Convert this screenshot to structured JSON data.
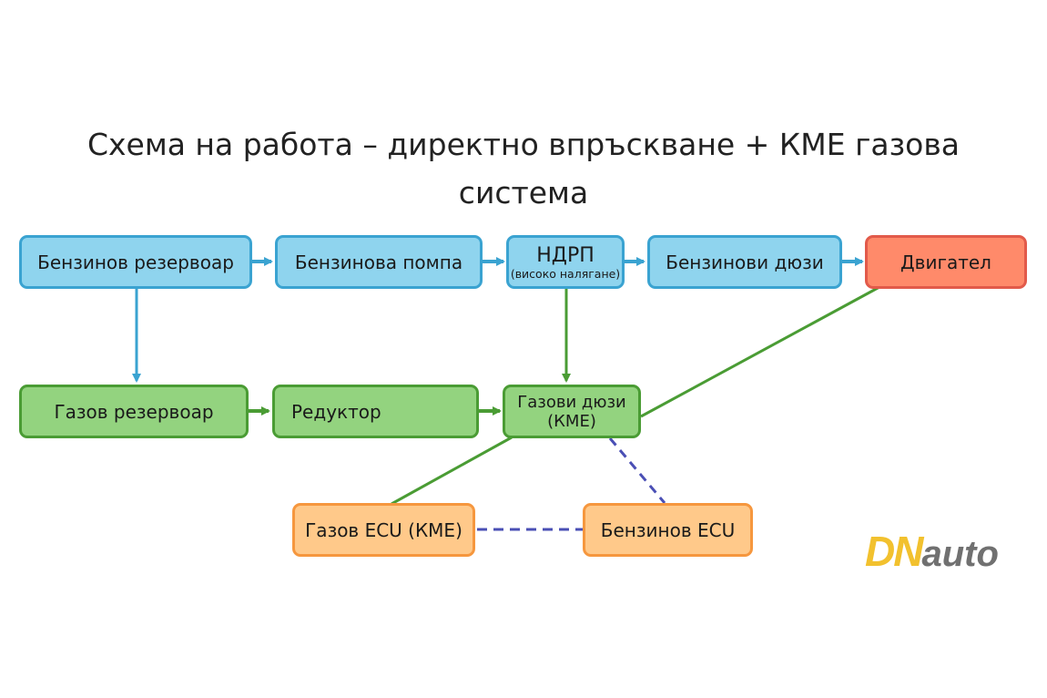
{
  "title": {
    "line1": "Схема на работа – директно впръскване + КМЕ газова",
    "line2": "система"
  },
  "nodes": {
    "petrol_tank": {
      "label": "Бензинов резервоар",
      "color": "#8fd4ee"
    },
    "petrol_pump": {
      "label": "Бензинова помпа",
      "color": "#8fd4ee"
    },
    "hpfp": {
      "label": "НДРП",
      "sublabel": "(високо налягане)",
      "color": "#8fd4ee"
    },
    "petrol_injectors": {
      "label": "Бензинови дюзи",
      "color": "#8fd4ee"
    },
    "engine": {
      "label": "Двигател",
      "color": "#ff8a6a"
    },
    "gas_tank": {
      "label": "Газов резервоар",
      "color": "#93d37f"
    },
    "reducer": {
      "label": "Редуктор",
      "color": "#93d37f"
    },
    "gas_injectors": {
      "label": "Газови дюзи",
      "sublabel": "(КМЕ)",
      "color": "#93d37f"
    },
    "gas_ecu": {
      "label": "Газов ECU (КМЕ)",
      "color": "#ffc98a"
    },
    "petrol_ecu": {
      "label": "Бензинов ECU",
      "color": "#ffc98a"
    }
  },
  "connections": [
    {
      "from": "petrol_tank",
      "to": "petrol_pump",
      "style": "arrow",
      "color": "#3aa3d1"
    },
    {
      "from": "petrol_pump",
      "to": "hpfp",
      "style": "arrow",
      "color": "#3aa3d1"
    },
    {
      "from": "hpfp",
      "to": "petrol_injectors",
      "style": "arrow",
      "color": "#3aa3d1"
    },
    {
      "from": "petrol_injectors",
      "to": "engine",
      "style": "arrow",
      "color": "#3aa3d1"
    },
    {
      "from": "petrol_tank",
      "to": "gas_tank",
      "style": "arrow",
      "color": "#3aa3d1"
    },
    {
      "from": "gas_tank",
      "to": "reducer",
      "style": "arrow",
      "color": "#4a9c34"
    },
    {
      "from": "reducer",
      "to": "gas_injectors",
      "style": "arrow",
      "color": "#4a9c34"
    },
    {
      "from": "hpfp",
      "to": "gas_injectors",
      "style": "arrow",
      "color": "#4a9c34"
    },
    {
      "from": "gas_injectors",
      "to": "engine",
      "style": "line",
      "color": "#4a9c34"
    },
    {
      "from": "gas_injectors",
      "to": "gas_ecu",
      "style": "line",
      "color": "#4a9c34"
    },
    {
      "from": "gas_injectors",
      "to": "petrol_ecu",
      "style": "dashed",
      "color": "#4a4fb5"
    },
    {
      "from": "gas_ecu",
      "to": "petrol_ecu",
      "style": "dashed",
      "color": "#4a4fb5"
    }
  ],
  "logo": {
    "part1": "DN",
    "part2": "auto"
  }
}
